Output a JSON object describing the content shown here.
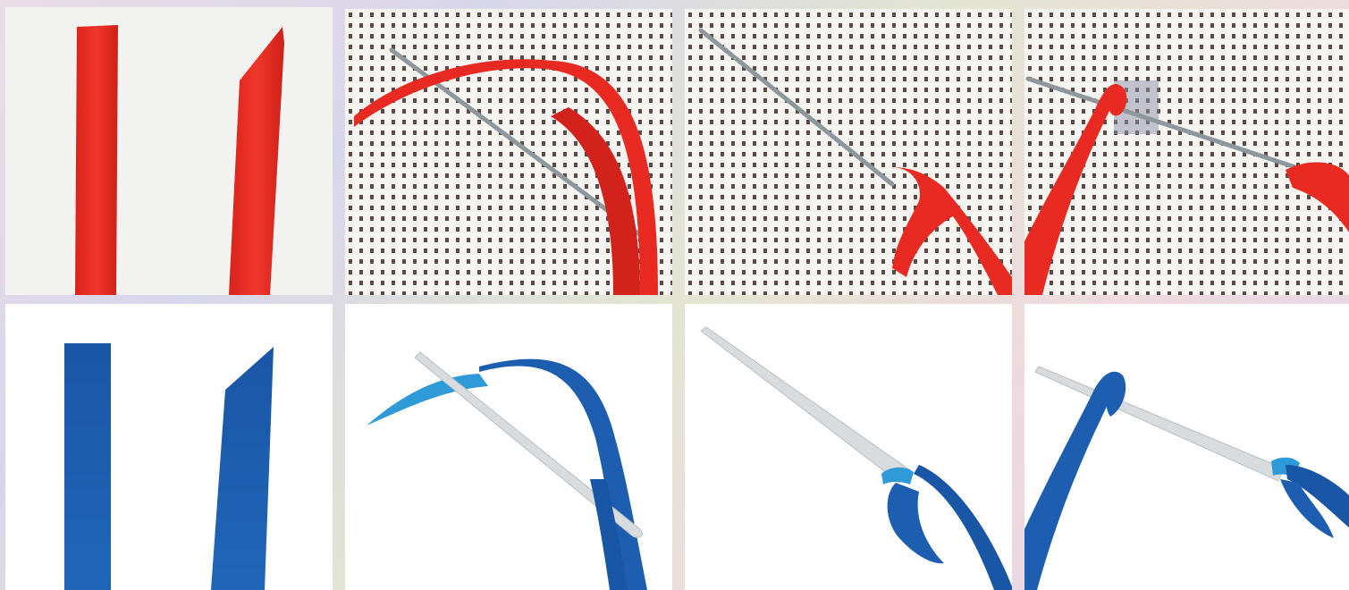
{
  "figure": {
    "rows": [
      {
        "kind": "photo",
        "ribbon_color": "#e82a22"
      },
      {
        "kind": "diagram",
        "ribbon_color": "#1d5eb0",
        "ribbon_light": "#2f9ad8",
        "needle_color": "#d9dcde"
      }
    ],
    "steps": 4,
    "colors": {
      "canvas": "#f7f5f1",
      "canvas_holes": "#5b4a45",
      "needle_metal": "#9ba3a8",
      "needle_eye_gold": "#c9a54a",
      "background_left_strip": "#e8e6ea"
    }
  }
}
